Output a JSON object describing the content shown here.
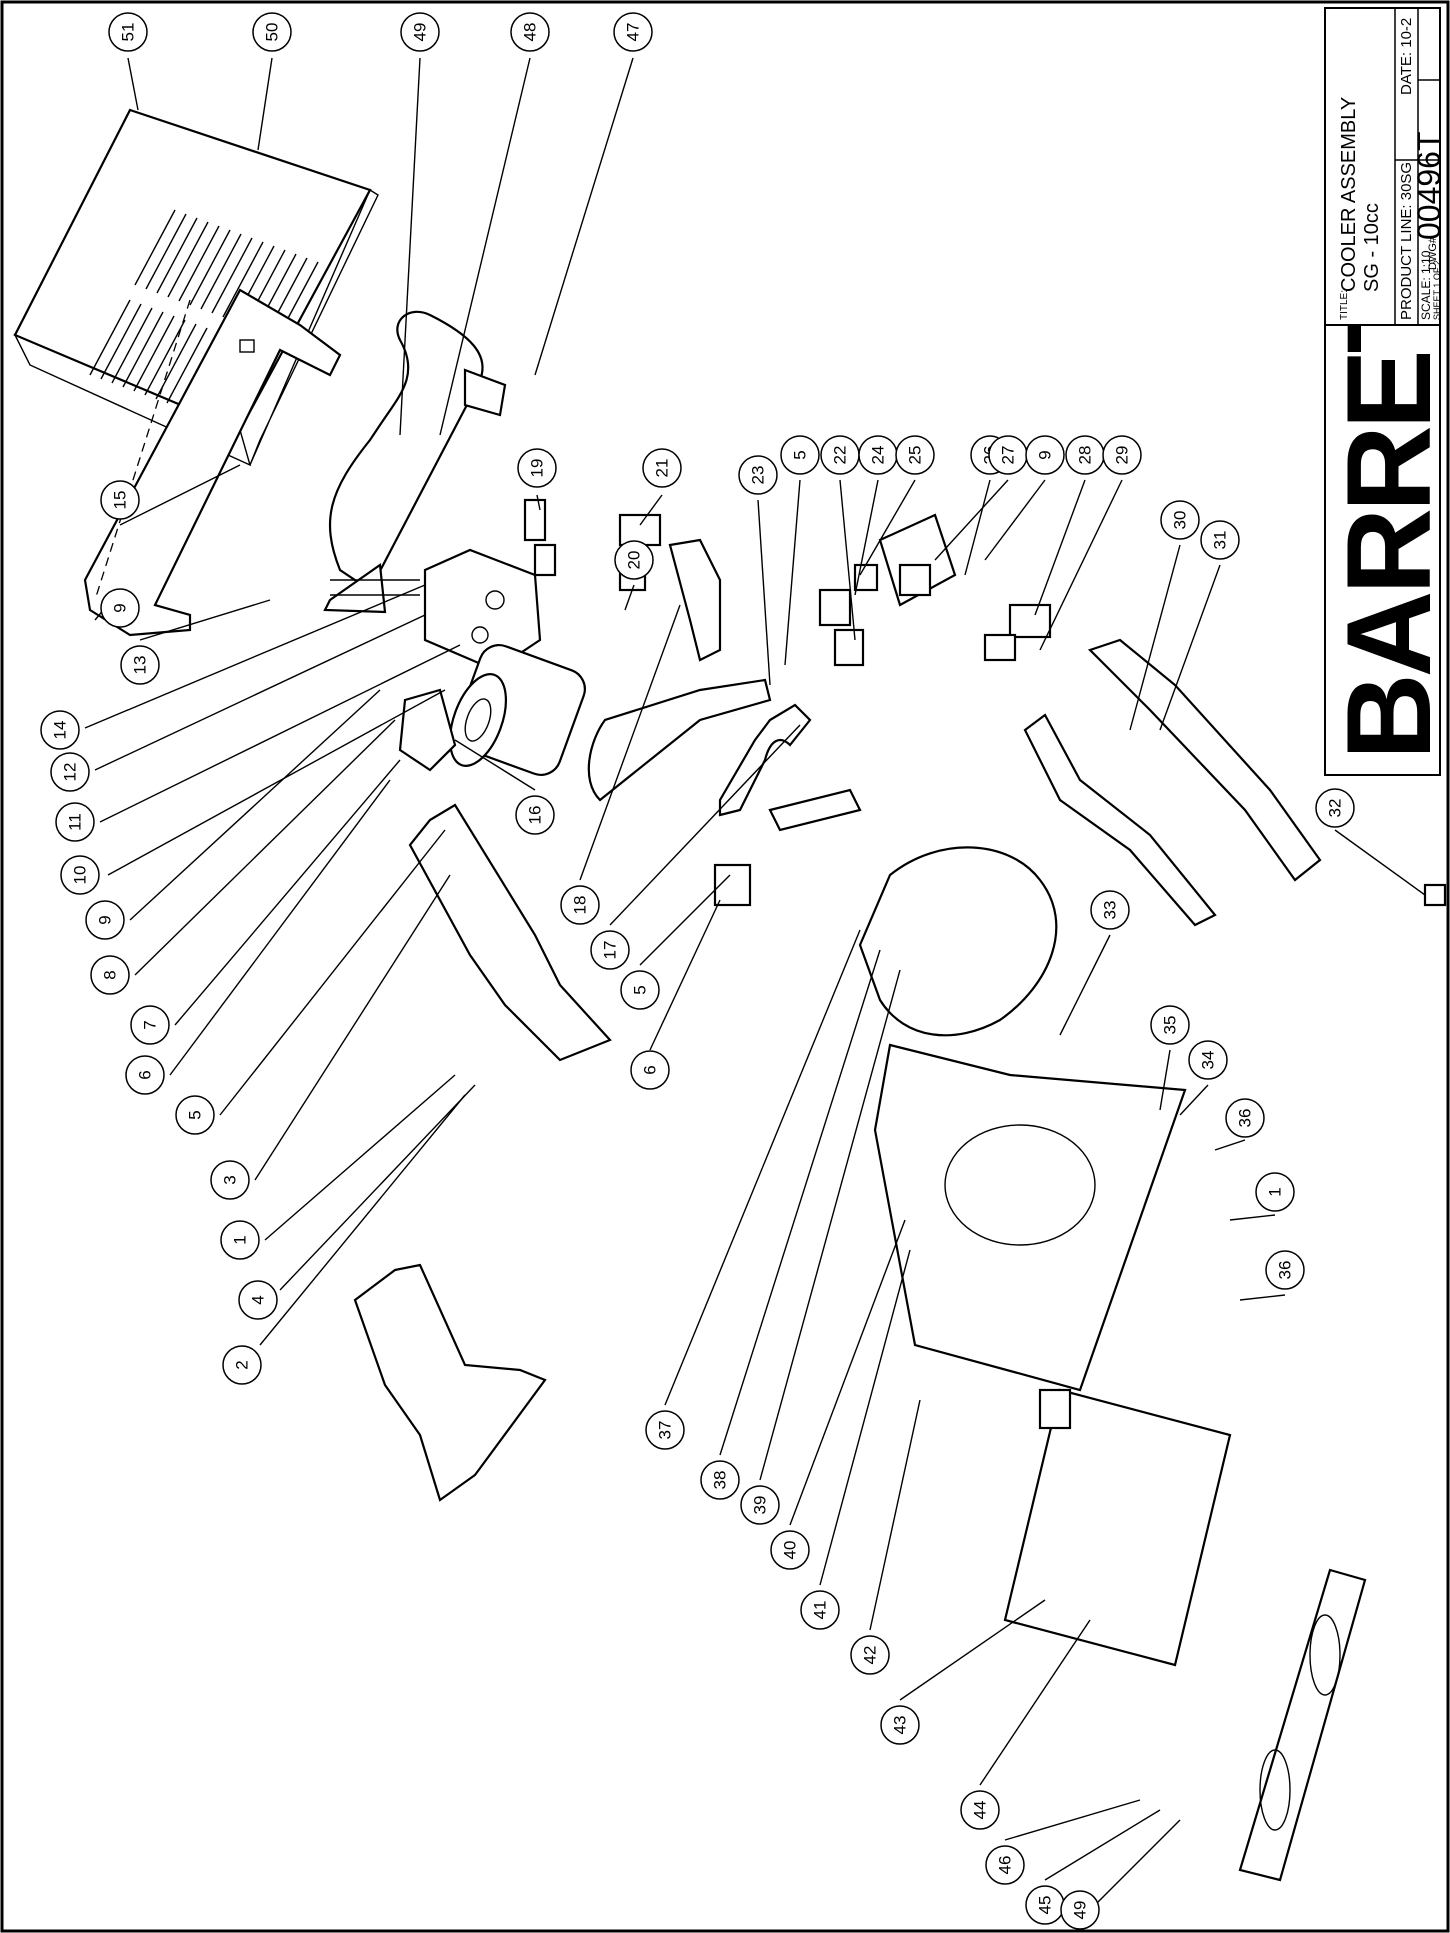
{
  "title_block": {
    "title_prefix": "TITLE:",
    "title_line1": "COOLER ASSEMBLY",
    "title_line2": "SG - 10cc",
    "product_line": "PRODUCT LINE: 30SG",
    "date": "DATE: 10-2",
    "scale": "SCALE: 1:10",
    "sheet": "SHEET 1 OF 2",
    "dwg_prefix": "DWG#",
    "dwg_number": "00496T",
    "logo_text": "BARRETO"
  },
  "callouts": [
    "51",
    "50",
    "49",
    "48",
    "47",
    "21",
    "23",
    "5",
    "22",
    "24",
    "25",
    "26",
    "27",
    "9",
    "28",
    "29",
    "20",
    "19",
    "15",
    "9",
    "13",
    "14",
    "12",
    "11",
    "10",
    "9",
    "8",
    "7",
    "6",
    "5",
    "3",
    "1",
    "4",
    "2",
    "18",
    "17",
    "5",
    "6",
    "16",
    "30",
    "31",
    "32",
    "33",
    "35",
    "34",
    "36",
    "1",
    "36",
    "37",
    "38",
    "39",
    "40",
    "41",
    "42",
    "43",
    "44",
    "46",
    "45",
    "49"
  ]
}
